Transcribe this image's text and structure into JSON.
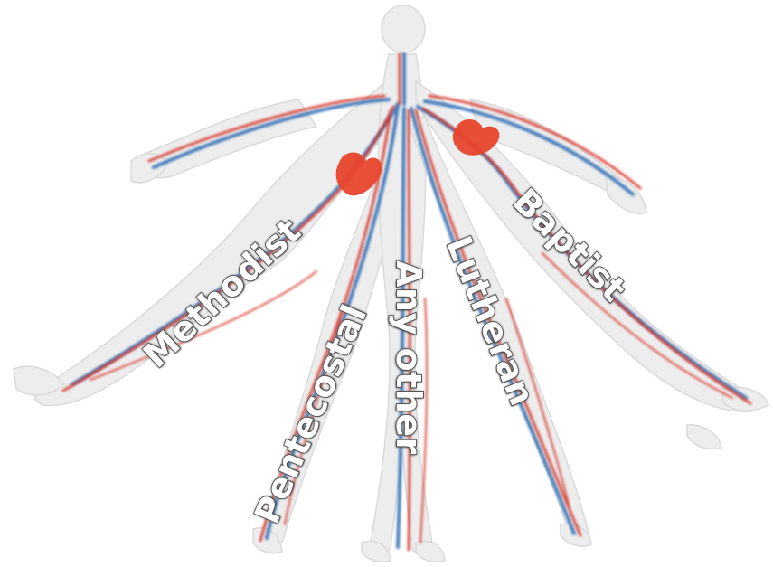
{
  "labels": {
    "methodist": "Methodist",
    "pentecostal": "Pentecostal",
    "any_other": "Any other",
    "lutheran": "Lutheran",
    "baptist": "Baptist"
  },
  "colors": {
    "artery": "#d8342a",
    "vein": "#2f6db5",
    "heart": "#e8452c",
    "body_fill": "#ececec",
    "label_fill": "#ffffff",
    "label_outline": "#5a5a5a"
  }
}
